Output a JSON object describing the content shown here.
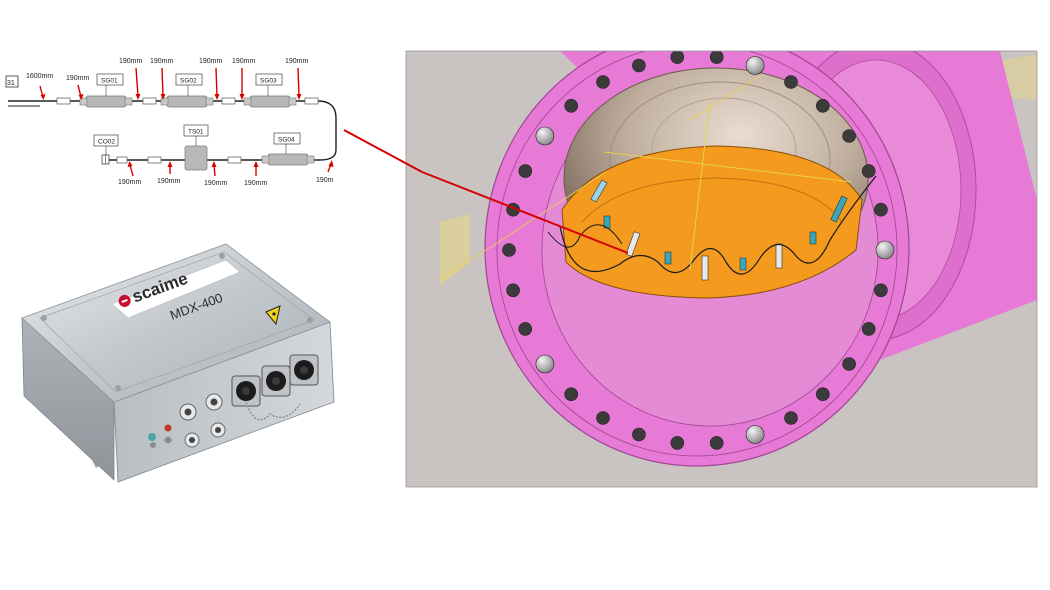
{
  "wiring": {
    "lead_label": "1600mm",
    "start_tag": "31",
    "spacing": [
      "190mm",
      "190mm",
      "190mm",
      "190mm",
      "190mm",
      "190mm",
      "190mm",
      "190mm",
      "190mm",
      "190mm"
    ],
    "sensors": [
      "SG01",
      "SG02",
      "SG03",
      "TS01",
      "SG04"
    ],
    "connector": "CO02"
  },
  "device": {
    "brand": "scaime",
    "model": "MDX-400"
  },
  "colors": {
    "flange": "#e67ad6",
    "ring": "#f39a1f",
    "callout": "#d60000",
    "box": "#c6cbd0",
    "wall": "#c9c4c1",
    "guide": "#e8d880"
  }
}
